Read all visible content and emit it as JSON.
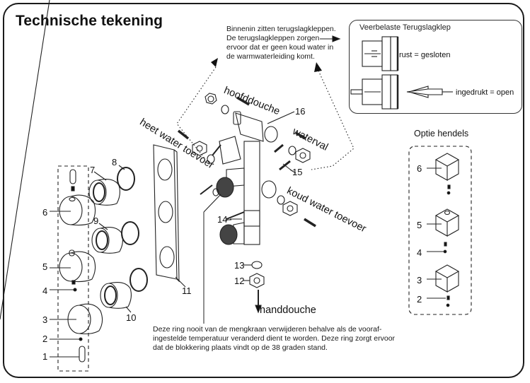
{
  "title": "Technische tekening",
  "notes": {
    "check_valves_lines": [
      "Binnenin zitten terugslagkleppen.",
      "De terugslagkleppen zorgen",
      "ervoor dat er geen koud water in",
      "de warmwaterleiding komt."
    ],
    "ring_lines": [
      "Deze ring nooit van de mengkraan  verwijderen behalve als de vooraf-",
      "ingestelde temperatuur veranderd dient te worden. Deze ring zorgt ervoor",
      "dat de blokkering plaats vindt op de 38 graden stand."
    ]
  },
  "valve_detail": {
    "title": "Veerbelaste Terugslagklep",
    "rest_label": "rust = gesloten",
    "pressed_label": "ingedrukt = open"
  },
  "connections": {
    "main_shower": "hoofddouche",
    "hot_supply": "heet water toevoer",
    "waterfall": "waterval",
    "cold_supply": "koud water toevoer",
    "hand_shower": "handdouche"
  },
  "options": {
    "title": "Optie hendels",
    "numbers": [
      "6",
      "5",
      "4",
      "3",
      "2"
    ]
  },
  "part_numbers": {
    "left": [
      "6",
      "5",
      "4",
      "3",
      "2",
      "1"
    ],
    "rings": [
      "7",
      "8",
      "9",
      "10"
    ],
    "plate": "11",
    "bottom": [
      "12",
      "13",
      "14"
    ],
    "body": [
      "15",
      "16"
    ]
  }
}
